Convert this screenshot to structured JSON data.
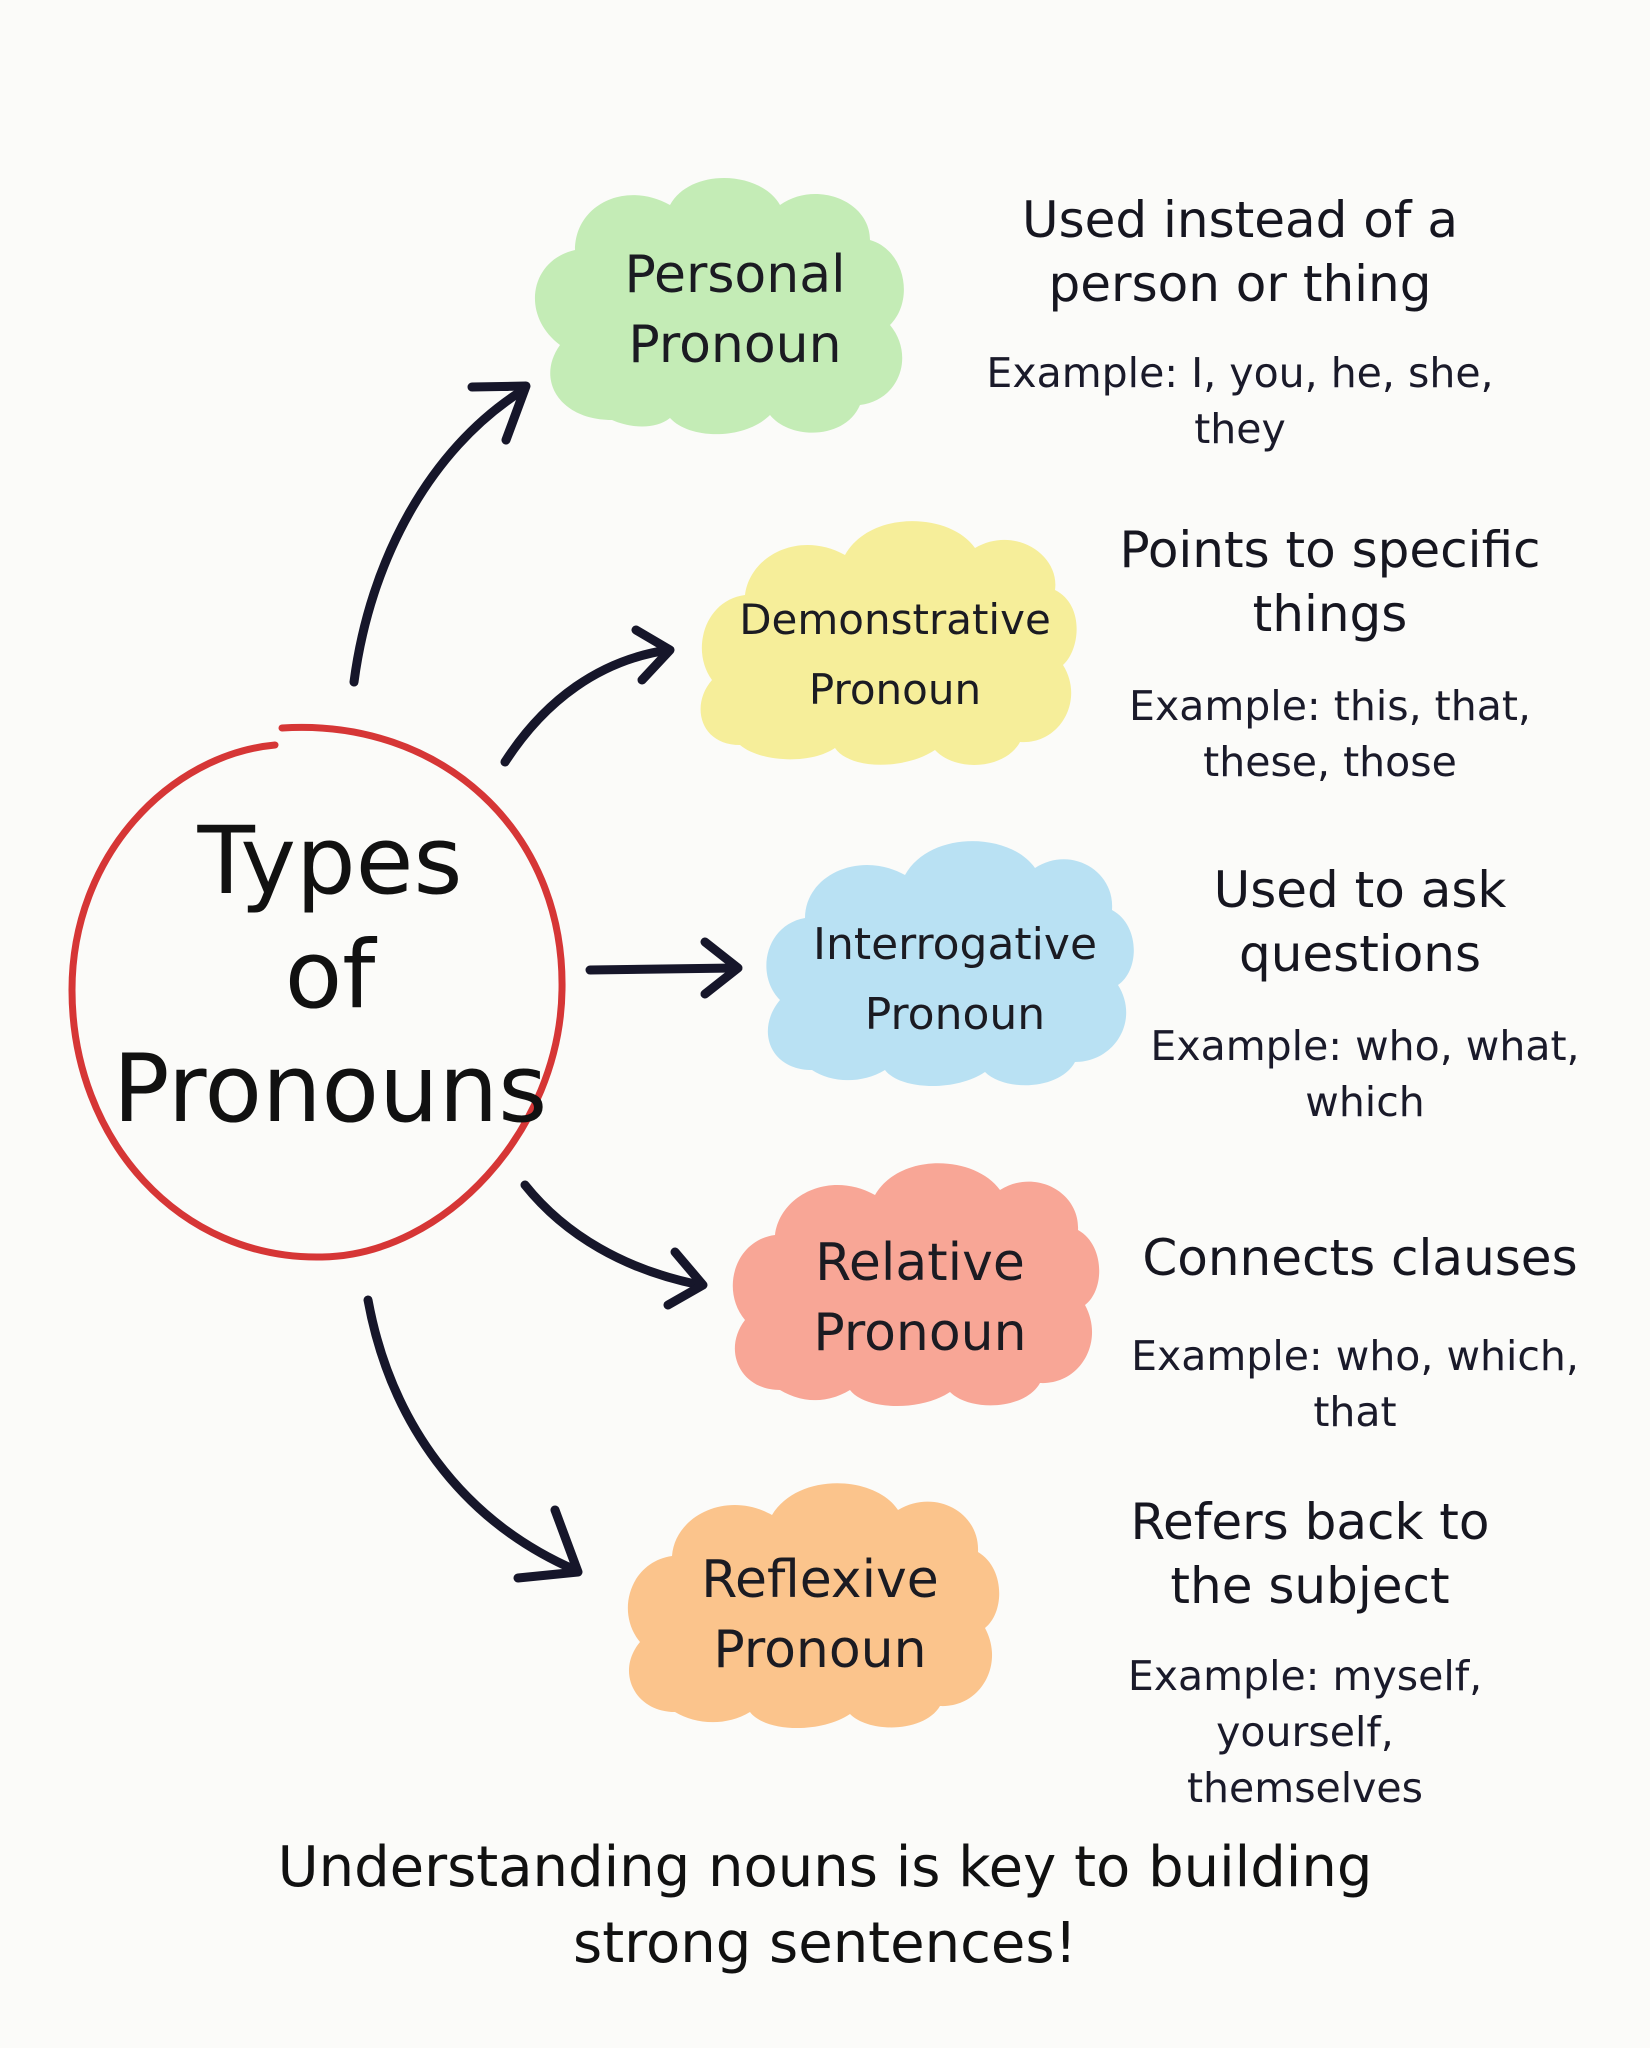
{
  "center": {
    "lines": [
      "Types",
      "of",
      "Pronouns"
    ]
  },
  "colors": {
    "ring": "#d63636",
    "arrow": "#16162a",
    "personal": "#c4ecb6",
    "demonstrative": "#f6ee9a",
    "interrogative": "#b9e1f3",
    "relative": "#f8a696",
    "reflexive": "#fbc48c"
  },
  "types": [
    {
      "id": "personal",
      "label_lines": [
        "Personal",
        "Pronoun"
      ],
      "desc_lines": [
        "Used instead of a",
        "person or thing"
      ],
      "example_lines": [
        "Example: I, you, he, she, they"
      ]
    },
    {
      "id": "demonstrative",
      "label_lines": [
        "Demonstrative",
        "Pronoun"
      ],
      "desc_lines": [
        "Points to specific",
        "things"
      ],
      "example_lines": [
        "Example: this, that,",
        "these, those"
      ]
    },
    {
      "id": "interrogative",
      "label_lines": [
        "Interrogative",
        "Pronoun"
      ],
      "desc_lines": [
        "Used to ask",
        "questions"
      ],
      "example_lines": [
        "Example: who, what,",
        "which"
      ]
    },
    {
      "id": "relative",
      "label_lines": [
        "Relative",
        "Pronoun"
      ],
      "desc_lines": [
        "Connects clauses"
      ],
      "example_lines": [
        "Example: who, which,",
        "that"
      ]
    },
    {
      "id": "reflexive",
      "label_lines": [
        "Reflexive",
        "Pronoun"
      ],
      "desc_lines": [
        "Refers back to",
        "the subject"
      ],
      "example_lines": [
        "Example: myself, yourself,",
        "themselves"
      ]
    }
  ],
  "footer": {
    "lines": [
      "Understanding nouns is key to building",
      "strong sentences!"
    ]
  }
}
